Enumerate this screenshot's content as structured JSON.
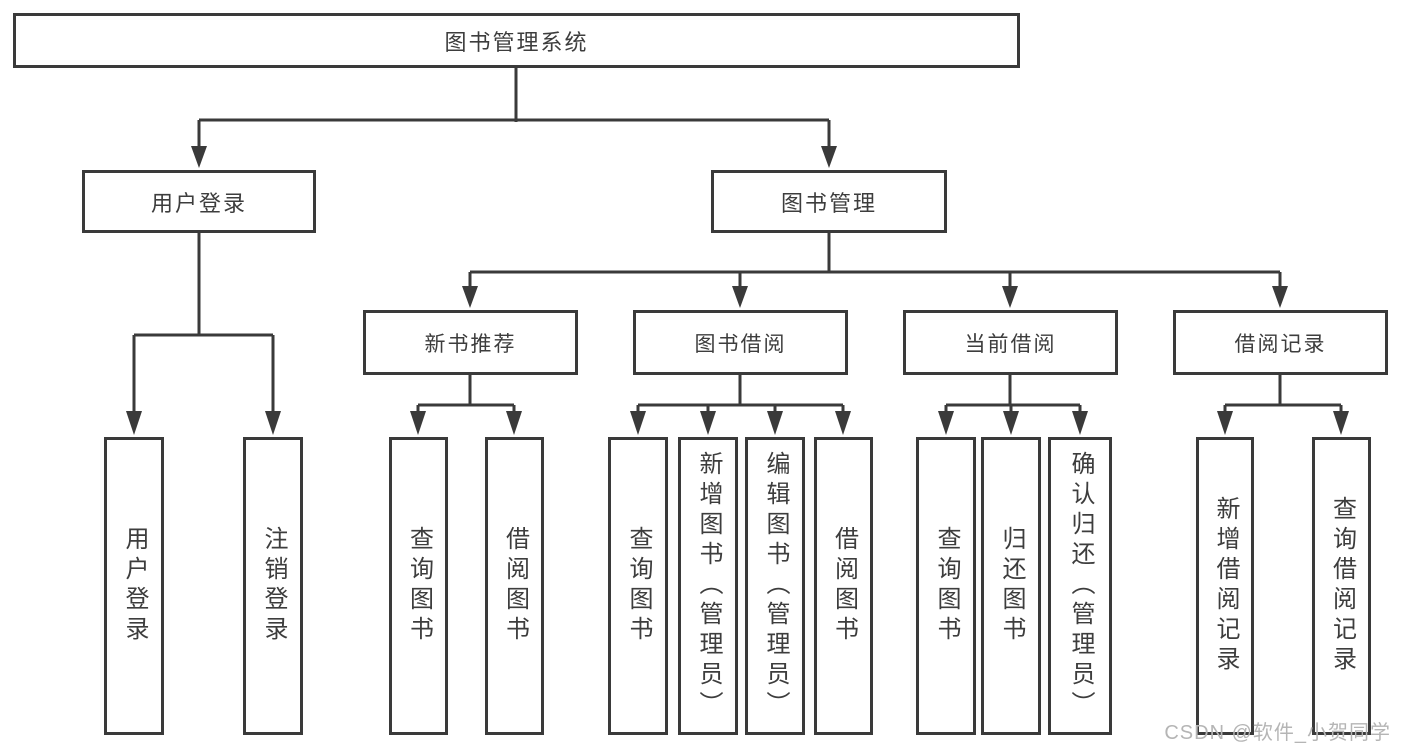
{
  "root": {
    "label": "图书管理系统"
  },
  "level2": [
    {
      "label": "用户登录",
      "children": [
        {
          "label": "用户登录"
        },
        {
          "label": "注销登录"
        }
      ]
    },
    {
      "label": "图书管理",
      "children": [
        {
          "label": "新书推荐",
          "children": [
            {
              "label": "查询图书"
            },
            {
              "label": "借阅图书"
            }
          ]
        },
        {
          "label": "图书借阅",
          "children": [
            {
              "label": "查询图书"
            },
            {
              "label": "新增图书（管理员）"
            },
            {
              "label": "编辑图书（管理员）"
            },
            {
              "label": "借阅图书"
            }
          ]
        },
        {
          "label": "当前借阅",
          "children": [
            {
              "label": "查询图书"
            },
            {
              "label": "归还图书"
            },
            {
              "label": "确认归还（管理员）"
            }
          ]
        },
        {
          "label": "借阅记录",
          "children": [
            {
              "label": "新增借阅记录"
            },
            {
              "label": "查询借阅记录"
            }
          ]
        }
      ]
    }
  ],
  "watermark": {
    "text": "CSDN @软件_小贺同学"
  },
  "colors": {
    "line": "#3a3a3a",
    "text": "#3d3d3d",
    "box_background": "#ffffff",
    "watermark": "#b5b5b5",
    "page_background": "#ffffff"
  }
}
